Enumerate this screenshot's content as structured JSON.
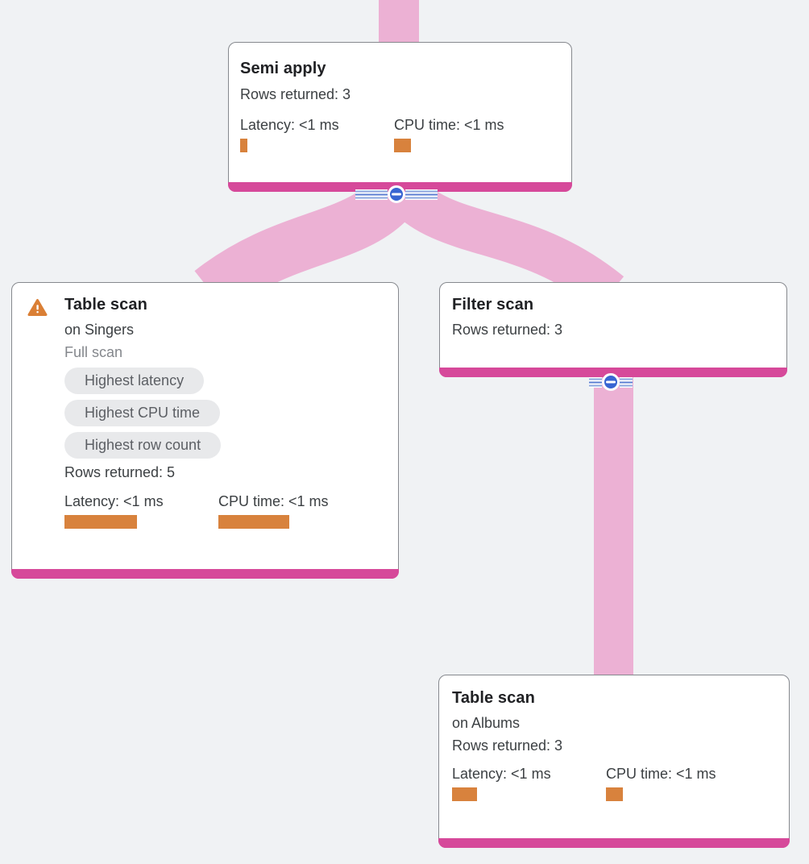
{
  "diagram": {
    "background_color": "#f0f2f4",
    "edge_color": "#ecb1d4",
    "node_accent_color": "#d6499a",
    "metric_bar_color": "#d8823d",
    "collapse_button_color": "#3865d2",
    "warning_icon_color": "#da7f35"
  },
  "nodes": {
    "semi_apply": {
      "title": "Semi apply",
      "rows": "Rows returned: 3",
      "latency_label": "Latency: <1 ms",
      "cpu_label": "CPU time: <1 ms"
    },
    "table_scan_singers": {
      "warning_icon": "warning-triangle-icon",
      "title": "Table scan",
      "subtitle": "on Singers",
      "scan_type": "Full scan",
      "badges": [
        "Highest latency",
        "Highest CPU time",
        "Highest row count"
      ],
      "rows": "Rows returned: 5",
      "latency_label": "Latency: <1 ms",
      "cpu_label": "CPU time: <1 ms"
    },
    "filter_scan": {
      "title": "Filter scan",
      "rows": "Rows returned: 3"
    },
    "table_scan_albums": {
      "title": "Table scan",
      "subtitle": "on Albums",
      "rows": "Rows returned: 3",
      "latency_label": "Latency: <1 ms",
      "cpu_label": "CPU time: <1 ms"
    }
  }
}
